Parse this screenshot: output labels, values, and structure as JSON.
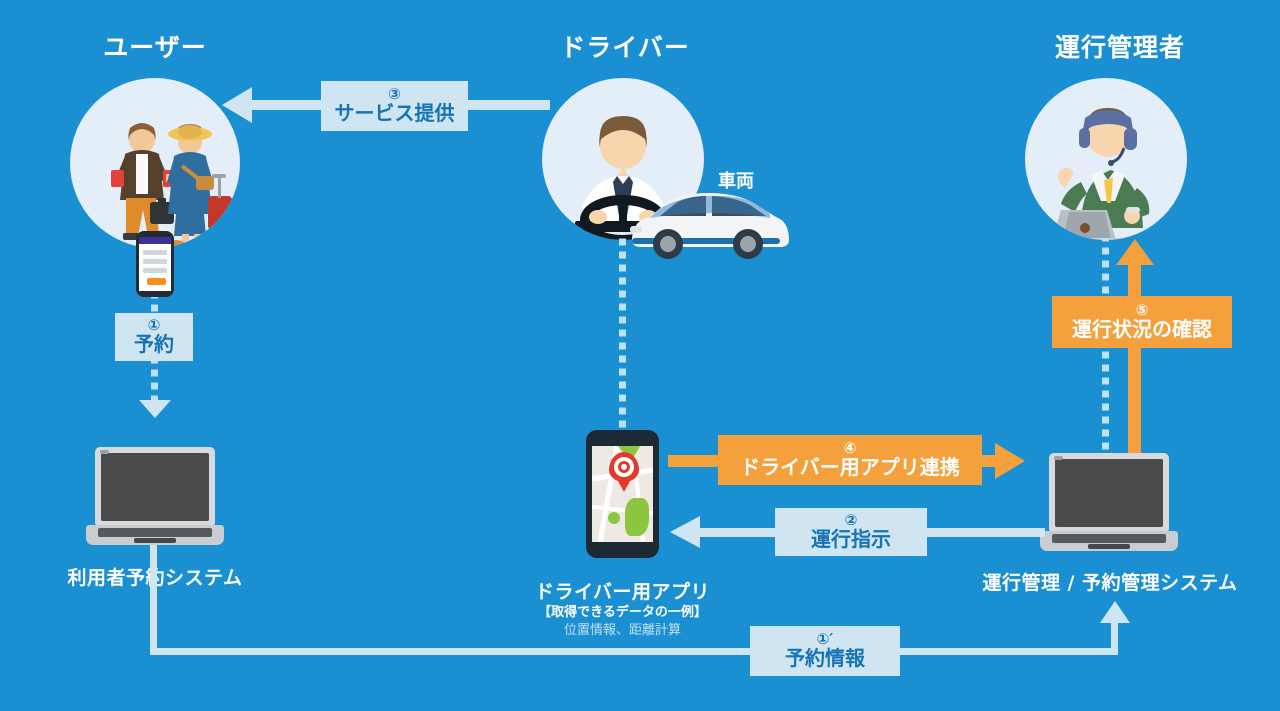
{
  "diagram": {
    "background_color": "#1a8fd1",
    "accent_blue": "#cfe5f2",
    "accent_orange": "#f4a03c",
    "actors": [
      {
        "id": "user",
        "title": "ユーザー",
        "system_label": "利用者予約システム"
      },
      {
        "id": "driver",
        "title": "ドライバー",
        "vehicle_label": "車両",
        "system_label": "ドライバー用アプリ",
        "system_sub": "【取得できるデータの一例】",
        "system_sub2": "位置情報、距離計算"
      },
      {
        "id": "manager",
        "title": "運行管理者",
        "system_label": "運行管理 / 予約管理システム"
      }
    ],
    "flows": [
      {
        "id": "flow1",
        "num": "①",
        "label": "予約",
        "style": "blue"
      },
      {
        "id": "flow1p",
        "num": "①′",
        "label": "予約情報",
        "style": "blue"
      },
      {
        "id": "flow2",
        "num": "②",
        "label": "運行指示",
        "style": "blue"
      },
      {
        "id": "flow3",
        "num": "③",
        "label": "サービス提供",
        "style": "blue"
      },
      {
        "id": "flow4",
        "num": "④",
        "label": "ドライバー用アプリ連携",
        "style": "orange"
      },
      {
        "id": "flow5",
        "num": "⑤",
        "label": "運行状況の確認",
        "style": "orange"
      }
    ]
  }
}
